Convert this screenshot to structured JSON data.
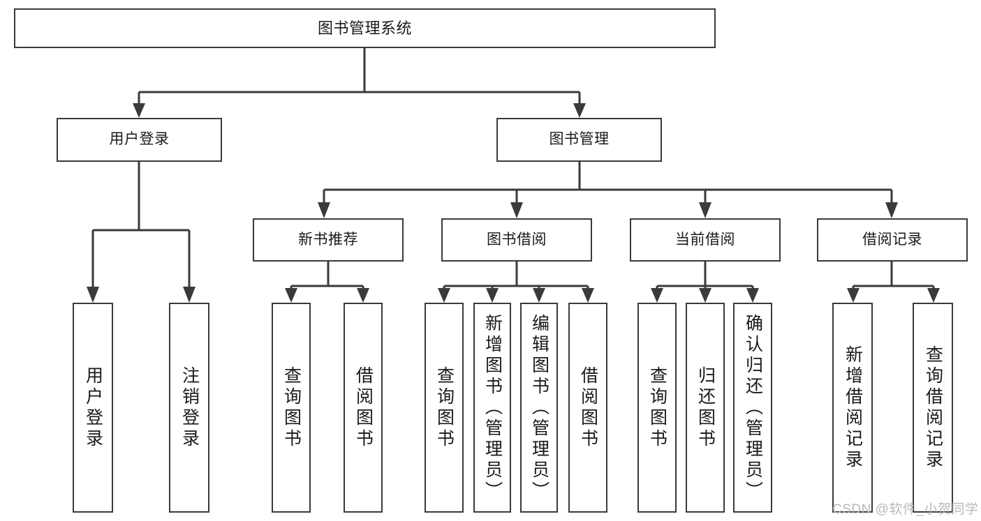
{
  "diagram": {
    "title": "图书管理系统",
    "type": "tree-hierarchy",
    "stroke_color": "#3a3a3a",
    "background_color": "#ffffff",
    "text_color": "#1a1a1a",
    "levels": {
      "root": {
        "label": "图书管理系统"
      },
      "level2": [
        {
          "label": "用户登录"
        },
        {
          "label": "图书管理"
        }
      ],
      "level3": [
        {
          "label": "新书推荐"
        },
        {
          "label": "图书借阅"
        },
        {
          "label": "当前借阅"
        },
        {
          "label": "借阅记录"
        }
      ],
      "leaves": [
        {
          "label": "用户登录",
          "parent": "用户登录"
        },
        {
          "label": "注销登录",
          "parent": "用户登录"
        },
        {
          "label": "查询图书",
          "parent": "新书推荐"
        },
        {
          "label": "借阅图书",
          "parent": "新书推荐"
        },
        {
          "label": "查询图书",
          "parent": "图书借阅"
        },
        {
          "label": "新增图书（管理员）",
          "parent": "图书借阅"
        },
        {
          "label": "编辑图书（管理员）",
          "parent": "图书借阅"
        },
        {
          "label": "借阅图书",
          "parent": "图书借阅"
        },
        {
          "label": "查询图书",
          "parent": "当前借阅"
        },
        {
          "label": "归还图书",
          "parent": "当前借阅"
        },
        {
          "label": "确认归还（管理员）",
          "parent": "当前借阅"
        },
        {
          "label": "新增借阅记录",
          "parent": "借阅记录"
        },
        {
          "label": "查询借阅记录",
          "parent": "借阅记录"
        }
      ]
    }
  },
  "watermark": {
    "text": "CSDN @软件_小贺同学"
  }
}
